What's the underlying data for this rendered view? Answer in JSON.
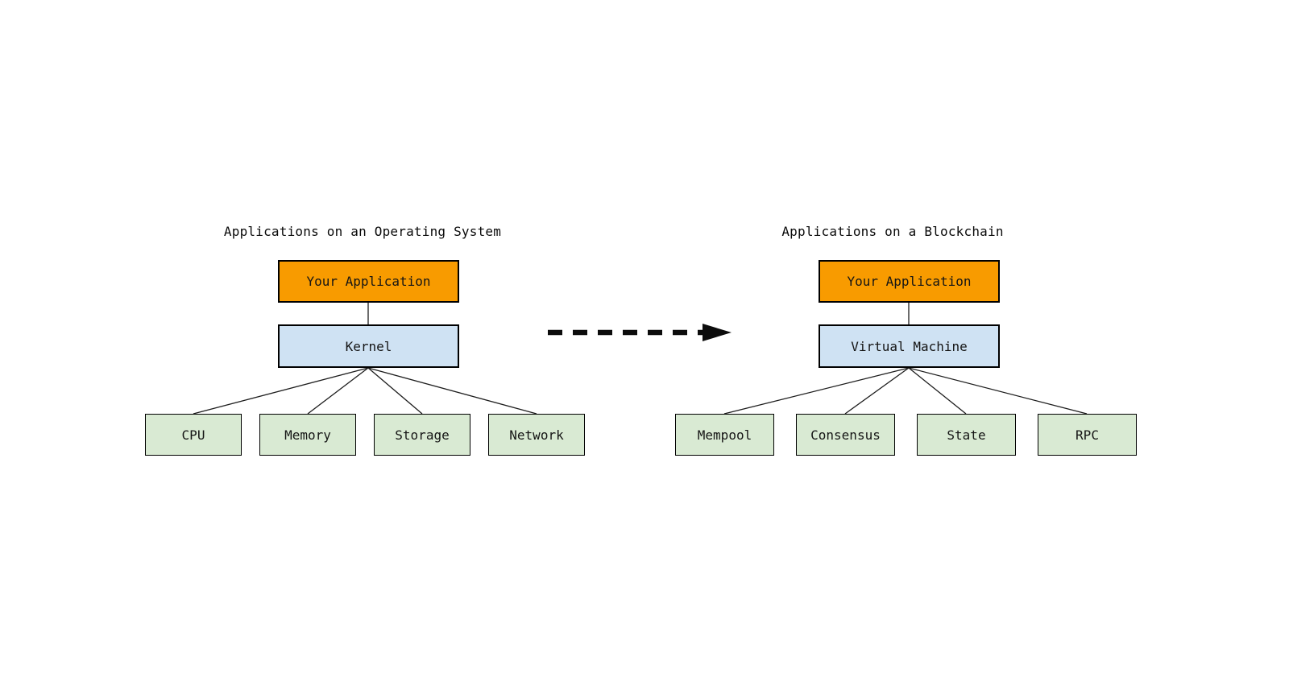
{
  "page": {
    "background": "#ffffff",
    "kind": "comparison-diagram"
  },
  "colors": {
    "app_box_fill": "#F89B00",
    "mid_box_fill": "#CFE2F3",
    "leaf_box_fill": "#D9EAD3",
    "box_border": "#000000",
    "connector_line": "#1d1d1d",
    "arrow": "#0c0c0c"
  },
  "left_diagram": {
    "title": "Applications on an Operating System",
    "app_box": "Your Application",
    "mid_box": "Kernel",
    "leaves": [
      "CPU",
      "Memory",
      "Storage",
      "Network"
    ]
  },
  "right_diagram": {
    "title": "Applications on a Blockchain",
    "app_box": "Your Application",
    "mid_box": "Virtual Machine",
    "leaves": [
      "Mempool",
      "Consensus",
      "State",
      "RPC"
    ]
  },
  "arrow": {
    "meaning": "maps-to",
    "style": "dashed-right-arrow"
  }
}
